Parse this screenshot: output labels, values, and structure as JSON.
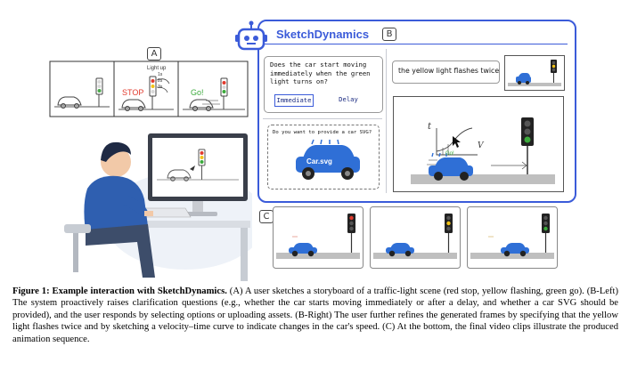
{
  "panels": {
    "a_label": "A",
    "b_label": "B",
    "c_label": "C"
  },
  "sketch": {
    "stop_label": "STOP",
    "go_label": "Go!",
    "light_up_label": "Light up",
    "number_labels": [
      "1s",
      "2s",
      "3s"
    ]
  },
  "app": {
    "title": "SketchDynamics",
    "question": "Does the car start moving immediately when the green light turns on?",
    "option_immediate": "Immediate",
    "option_delay": "Delay",
    "svg_question": "Do you want to provide a car SVG?",
    "car_svg_label": "Car.svg",
    "refine_text": "the yellow light flashes twice"
  },
  "chart_sketch": {
    "t_label": "t",
    "v_label": "V",
    "go_label": "Go!"
  },
  "caption": {
    "figure_label": "Figure 1: Example interaction with SketchDynamics.",
    "body": "(A) A user sketches a storyboard of a traffic-light scene (red stop, yellow flashing, green go). (B-Left) The system proactively raises clarification questions (e.g., whether the car starts moving immediately or after a delay, and whether a car SVG should be provided), and the user responds by selecting options or uploading assets. (B-Right) The user further refines the generated frames by specifying that the yellow light flashes twice and by sketching a velocity–time curve to indicate changes in the car's speed. (C) At the bottom, the final video clips illustrate the produced animation sequence."
  },
  "colors": {
    "accent": "#3b5bd9",
    "red": "#e23b2e",
    "yellow": "#f2c318",
    "green": "#3caa3c",
    "car": "#2f6fd6",
    "road": "#bfbfbf"
  }
}
